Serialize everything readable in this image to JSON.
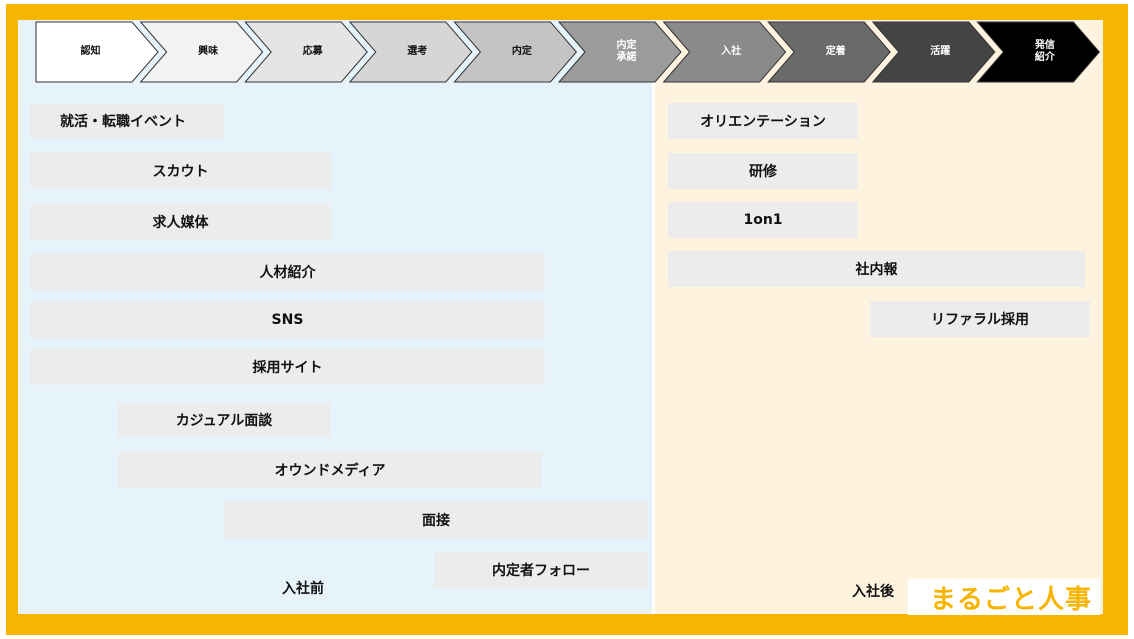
{
  "stages": [
    {
      "label": "認知",
      "fill": "#ffffff",
      "text_color": "#111111"
    },
    {
      "label": "興味",
      "fill": "#f2f2f2",
      "text_color": "#111111"
    },
    {
      "label": "応募",
      "fill": "#e5e5e5",
      "text_color": "#111111"
    },
    {
      "label": "選考",
      "fill": "#d6d6d6",
      "text_color": "#111111"
    },
    {
      "label": "内定",
      "fill": "#c4c4c4",
      "text_color": "#111111"
    },
    {
      "label": "内定\n承諾",
      "fill": "#9b9b9b",
      "text_color": "#ffffff"
    },
    {
      "label": "入社",
      "fill": "#8a8a8a",
      "text_color": "#ffffff"
    },
    {
      "label": "定着",
      "fill": "#6a6a6a",
      "text_color": "#ffffff"
    },
    {
      "label": "活躍",
      "fill": "#444444",
      "text_color": "#ffffff"
    },
    {
      "label": "発信\n紹介",
      "fill": "#000000",
      "text_color": "#ffffff"
    }
  ],
  "before_join": {
    "label": "入社前",
    "items": [
      "就活・転職イベント",
      "スカウト",
      "求人媒体",
      "人材紹介",
      "SNS",
      "採用サイト",
      "カジュアル面談",
      "オウンドメディア",
      "面接",
      "内定者フォロー"
    ]
  },
  "after_join": {
    "label": "入社後",
    "items": [
      "オリエンテーション",
      "研修",
      "1on1",
      "社内報",
      "リファラル採用"
    ]
  },
  "brand": {
    "name": "まるごと人事"
  },
  "colors": {
    "frame": "#f7b400",
    "before_bg": "#e7f3fb",
    "after_bg": "#fdf3df",
    "bar": "#ececec"
  }
}
